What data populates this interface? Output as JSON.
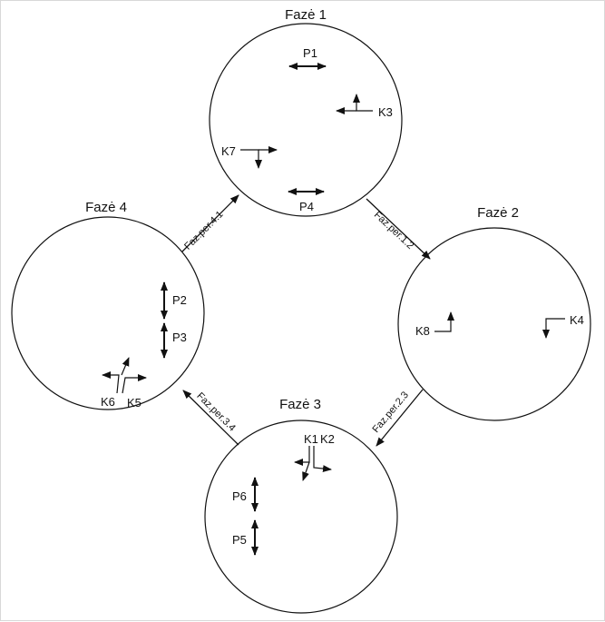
{
  "phases": {
    "p1": {
      "title": "Fazė 1",
      "labels": {
        "P1": "P1",
        "K3": "K3",
        "K7": "K7",
        "P4": "P4"
      }
    },
    "p2": {
      "title": "Fazė 2",
      "labels": {
        "K8": "K8",
        "K4": "K4"
      }
    },
    "p3": {
      "title": "Fazė 3",
      "labels": {
        "K1": "K1",
        "K2": "K2",
        "P6": "P6",
        "P5": "P5"
      }
    },
    "p4": {
      "title": "Fazė 4",
      "labels": {
        "P2": "P2",
        "P3": "P3",
        "K6": "K6",
        "K5": "K5"
      }
    }
  },
  "transitions": {
    "t12": "Faz.per.1.2",
    "t23": "Faz.per.2.3",
    "t34": "Faz.per.3.4",
    "t41": "Faz.per.4.1"
  }
}
